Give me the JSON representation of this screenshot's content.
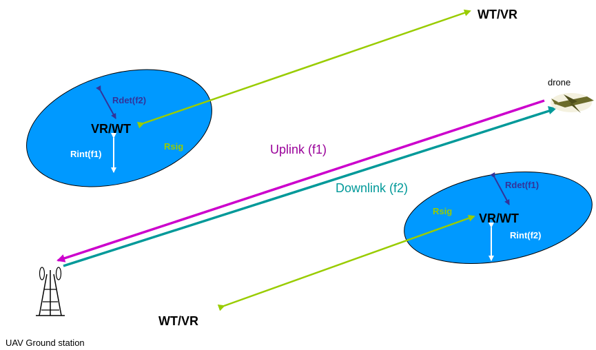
{
  "labels": {
    "wt_vr_top": "WT/VR",
    "wt_vr_bottom": "WT/VR",
    "drone": "drone",
    "uplink": "Uplink (f1)",
    "downlink": "Downlink (f2)",
    "ground_station": "UAV Ground station",
    "left_cell": {
      "center": "VR/WT",
      "rdet": "Rdet(f2)",
      "rint": "Rint(f1)",
      "rsig": "Rsig"
    },
    "right_cell": {
      "center": "VR/WT",
      "rdet": "Rdet(f1)",
      "rint": "Rint(f2)",
      "rsig": "Rsig"
    }
  },
  "colors": {
    "cell_fill": "#0099ff",
    "cell_stroke": "#000000",
    "uplink": "#cc00cc",
    "downlink": "#009999",
    "wt_vr_link": "#99cc00",
    "rdet": "#333399",
    "rint": "#ffffff",
    "rsig": "#99cc00"
  },
  "icons": {
    "drone": "drone-icon",
    "ground_station": "antenna-tower-icon"
  }
}
